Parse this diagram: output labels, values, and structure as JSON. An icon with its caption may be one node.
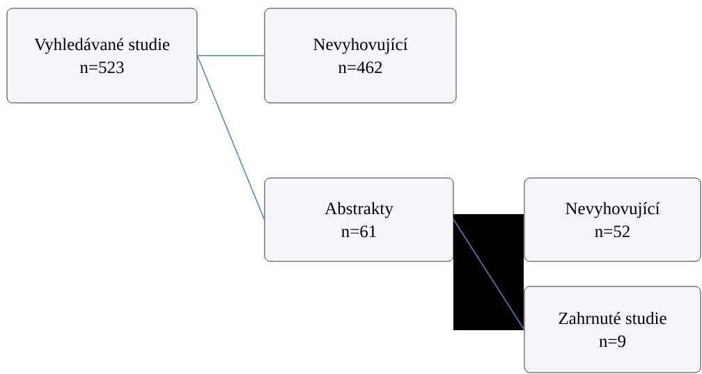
{
  "diagram": {
    "nodes": [
      {
        "text": [
          "Vyhledávané studie",
          "n=523"
        ]
      },
      {
        "text": [
          "Nevyhovující",
          "n=462"
        ]
      },
      {
        "text": [
          "Abstrakty",
          "n=61"
        ]
      },
      {
        "text": [
          "Nevyhovující",
          "n=52"
        ]
      },
      {
        "text": [
          "Zahrnuté studie",
          "n=9"
        ]
      }
    ],
    "edges": [
      {
        "from": 0,
        "to": 1,
        "arrow": "none"
      },
      {
        "from": 0,
        "to": 2,
        "arrow": "none"
      },
      {
        "from": 2,
        "to": 4,
        "arrow": "none"
      }
    ]
  }
}
